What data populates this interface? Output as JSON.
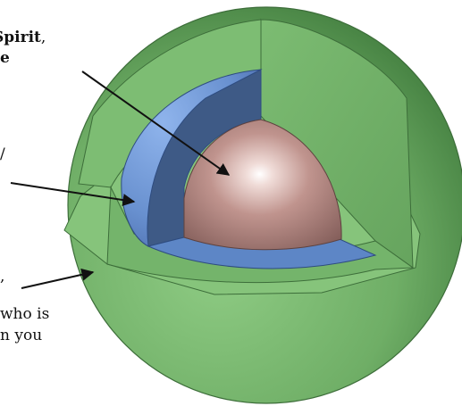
{
  "labels": {
    "top_line1_word": "Spirit",
    "top_line1_punct": ",",
    "top_line2_tail": "e",
    "middle_fragment": "/",
    "bottom_fragment": ",",
    "bottom_note_line1": "who is",
    "bottom_note_line2": "n you"
  },
  "colors": {
    "outer_shell": "#7ab870",
    "middle_shell": "#6f96d2",
    "core": "#b88a84",
    "arrow": "#111111"
  }
}
